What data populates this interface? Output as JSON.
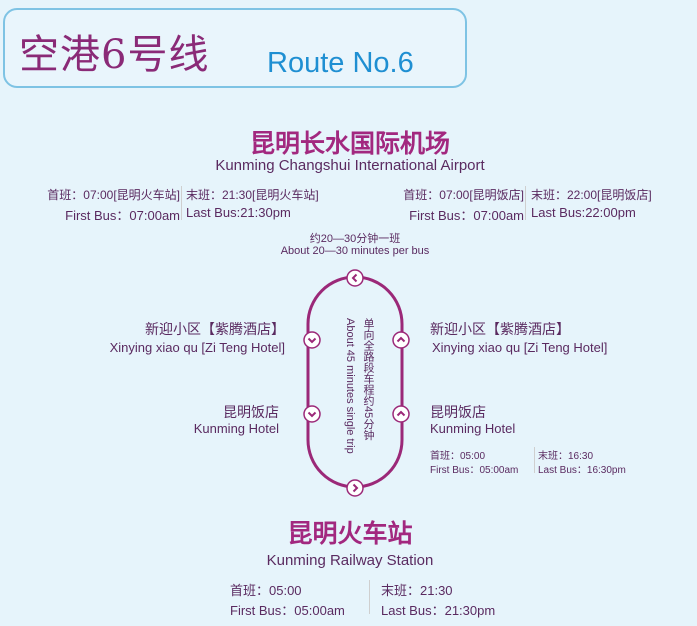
{
  "header": {
    "title_cn": "空港6号线",
    "title_en": "Route No.6"
  },
  "airport": {
    "name_cn": "昆明长水国际机场",
    "name_en": "Kunming Changshui International Airport",
    "sched_left": {
      "first_cn": "首班：07:00[昆明火车站]",
      "first_en": "First Bus：07:00am",
      "last_cn": "末班：21:30[昆明火车站]",
      "last_en": "Last Bus:21:30pm"
    },
    "sched_right": {
      "first_cn": "首班：07:00[昆明饭店]",
      "first_en": "First Bus：07:00am",
      "last_cn": "末班：22:00[昆明饭店]",
      "last_en": "Last Bus:22:00pm"
    }
  },
  "frequency": {
    "cn": "约20—30分钟一班",
    "en": "About 20—30 minutes per bus"
  },
  "trip": {
    "cn": "单向全路段车程约45分钟",
    "en": "About 45 minutes single trip"
  },
  "stops_left": [
    {
      "cn": "新迎小区【紫腾酒店】",
      "en": "Xinying xiao qu [Zi Teng Hotel]"
    },
    {
      "cn": "昆明饭店",
      "en": "Kunming  Hotel"
    }
  ],
  "stops_right": [
    {
      "cn": "新迎小区【紫腾酒店】",
      "en": "Xinying xiao qu [Zi Teng Hotel]"
    },
    {
      "cn": "昆明饭店",
      "en": "Kunming  Hotel",
      "first_cn": "首班：05:00",
      "first_en": "First Bus：05:00am",
      "last_cn": "末班：16:30",
      "last_en": "Last Bus：16:30pm"
    }
  ],
  "station": {
    "name_cn": "昆明火车站",
    "name_en": "Kunming Railway Station",
    "first_cn": "首班：05:00",
    "first_en": "First Bus：05:00am",
    "last_cn": "末班：21:30",
    "last_en": "Last Bus：21:30pm"
  },
  "colors": {
    "route_line": "#9b2878",
    "accent_blue": "#1f8fd2",
    "background": "#e6f4fb"
  },
  "icons": [
    "chevron-left-icon",
    "chevron-up-icon",
    "chevron-down-icon",
    "chevron-right-icon"
  ]
}
